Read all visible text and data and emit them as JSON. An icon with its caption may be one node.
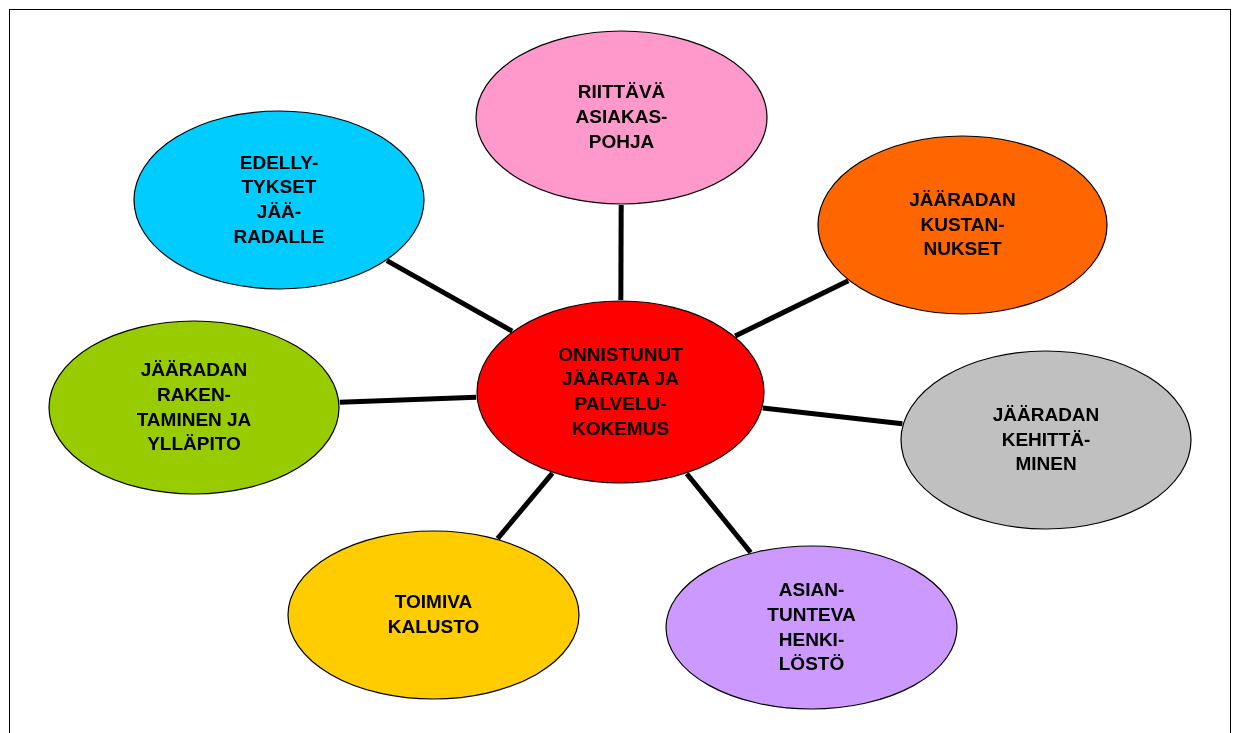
{
  "diagram": {
    "nodes": [
      {
        "text": [
          "RIITTÄVÄ ASIAKAS- POHJA"
        ]
      },
      {
        "text": [
          "EDELLY- TYKSET JÄÄ- RADALLE"
        ]
      },
      {
        "text": [
          "JÄÄRADAN KUSTAN- NUKSET"
        ]
      },
      {
        "text": [
          "ONNISTUNUT JÄÄRATA JA PALVELU- KOKEMUS"
        ]
      },
      {
        "text": [
          "JÄÄRADAN RAKEN- TAMINEN JA YLLÄPITO"
        ]
      },
      {
        "text": [
          "JÄÄRADAN KEHITTÄ- MINEN"
        ]
      },
      {
        "text": [
          "TOIMIVA KALUSTO"
        ]
      },
      {
        "text": [
          "ASIAN- TUNTEVA HENKI- LÖSTÖ"
        ]
      }
    ],
    "edges": [
      {
        "from": 3,
        "to": 0,
        "arrow": "none"
      },
      {
        "from": 3,
        "to": 1,
        "arrow": "none"
      },
      {
        "from": 3,
        "to": 2,
        "arrow": "none"
      },
      {
        "from": 3,
        "to": 4,
        "arrow": "none"
      },
      {
        "from": 3,
        "to": 5,
        "arrow": "none"
      },
      {
        "from": 3,
        "to": 6,
        "arrow": "none"
      },
      {
        "from": 3,
        "to": 7,
        "arrow": "none"
      }
    ]
  }
}
